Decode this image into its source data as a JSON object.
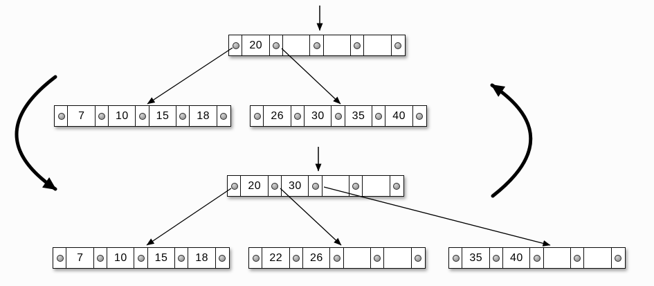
{
  "diagram_kind": "btree-insert-split",
  "colors": {
    "background": "#fcfcfc",
    "node_fill": "#ffffff",
    "node_border": "#0d0d0d",
    "pointer_slot": "#a6a6a6",
    "arrow": "#000000"
  },
  "icons": {
    "pointer_slot": "gray-circle",
    "insert_cursor": "down-arrow",
    "transition_left": "thick-curved-down-arrow",
    "transition_right": "thick-curved-up-arrow"
  },
  "before": {
    "root": {
      "keys": [
        "20",
        "",
        "",
        ""
      ]
    },
    "children": [
      {
        "keys": [
          "7",
          "10",
          "15",
          "18"
        ]
      },
      {
        "keys": [
          "26",
          "30",
          "35",
          "40"
        ]
      }
    ]
  },
  "after": {
    "root": {
      "keys": [
        "20",
        "30",
        "",
        ""
      ]
    },
    "children": [
      {
        "keys": [
          "7",
          "10",
          "15",
          "18"
        ]
      },
      {
        "keys": [
          "22",
          "26",
          "",
          ""
        ]
      },
      {
        "keys": [
          "35",
          "40",
          "",
          ""
        ]
      }
    ]
  }
}
